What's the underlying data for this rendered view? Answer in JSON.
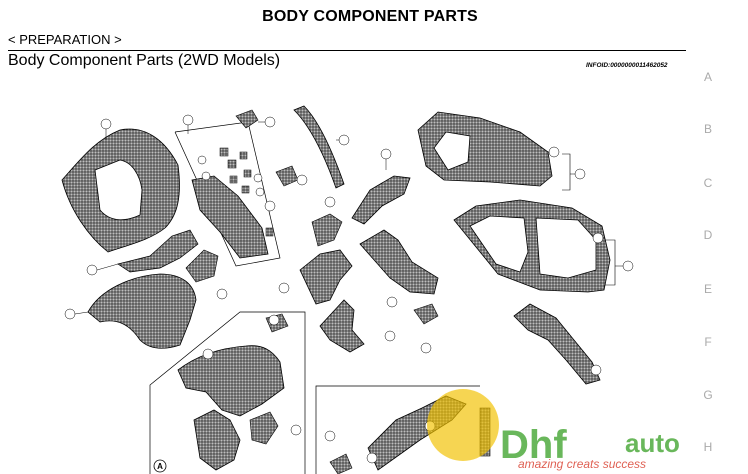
{
  "header": {
    "title": "BODY COMPONENT PARTS",
    "section": "< PREPARATION >",
    "subtitle": "Body Component Parts (2WD Models)",
    "info_id": "INFOID:0000000011462052"
  },
  "side_index": [
    "A",
    "B",
    "C",
    "D",
    "E",
    "F",
    "G",
    "H"
  ],
  "diagram": {
    "view_marker": "A",
    "watermark": {
      "brand_left": "Dhf",
      "brand_right": "auto",
      "tagline": "amazing creats success"
    }
  },
  "colors": {
    "part_fill": "#6b6b6b",
    "line": "#000000",
    "side_letter": "#aaaaaa",
    "watermark_yellow": "#f2c200",
    "watermark_green": "#3da12a",
    "watermark_red": "#d6311f"
  }
}
